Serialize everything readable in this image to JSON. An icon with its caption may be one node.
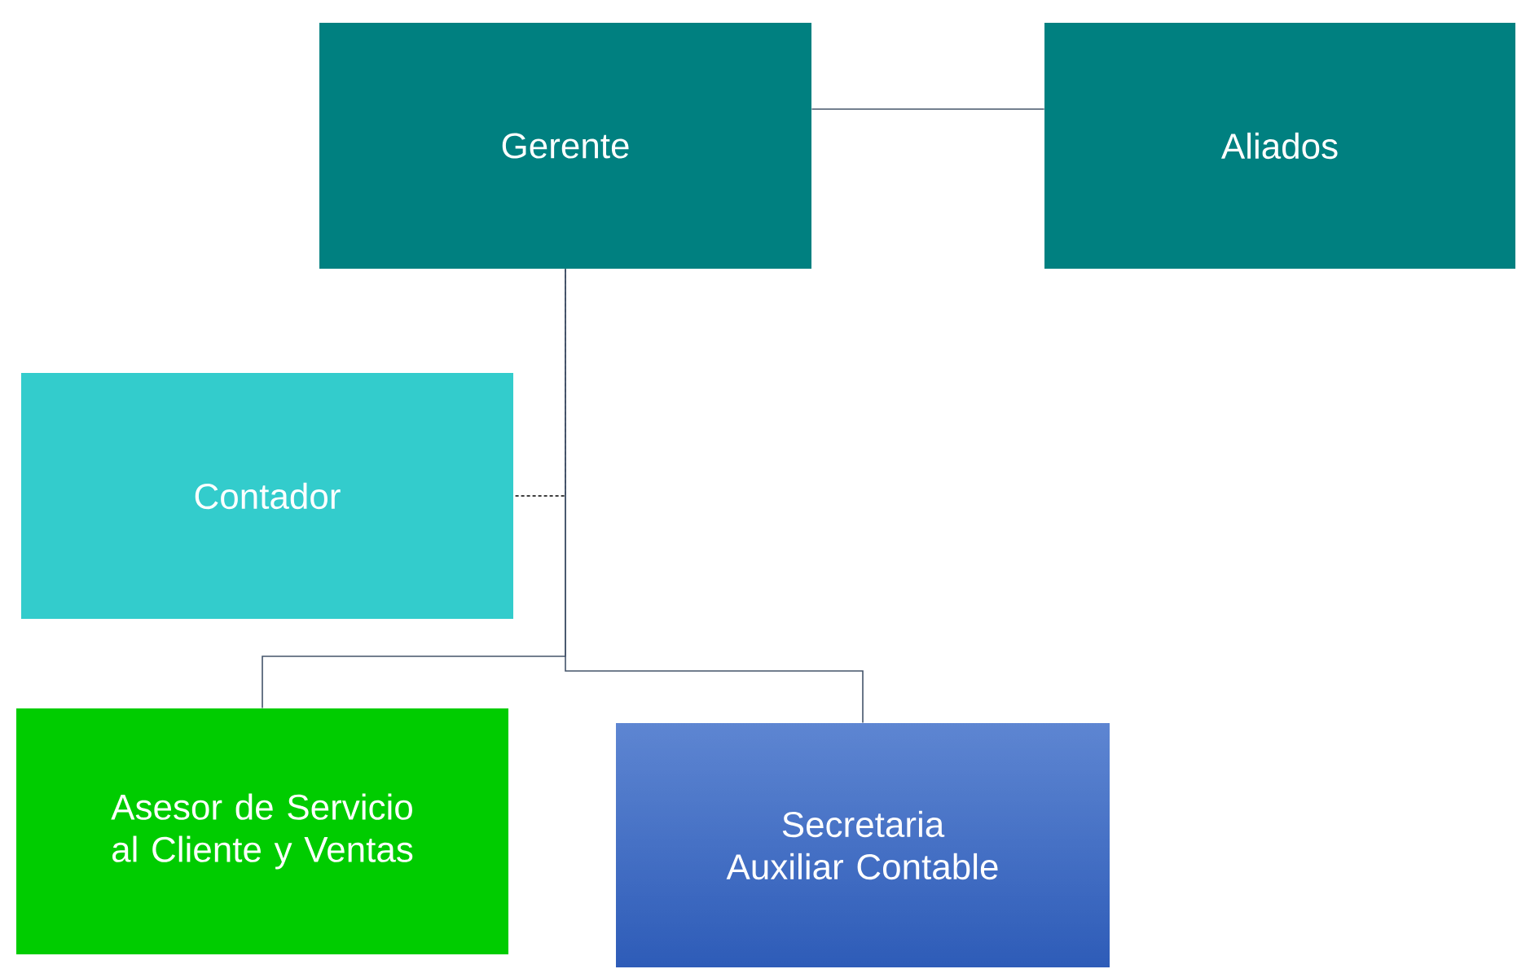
{
  "diagram": {
    "nodes": [
      {
        "text": [
          "Gerente"
        ]
      },
      {
        "text": [
          "Aliados"
        ]
      },
      {
        "text": [
          "Contador"
        ]
      },
      {
        "text": [
          "Asesor de Servicio al Cliente y Ventas"
        ]
      },
      {
        "text": [
          "Secretaria Auxiliar Contable"
        ]
      }
    ],
    "edges": [
      {
        "from": 0,
        "to": 1,
        "arrow": "none"
      },
      {
        "from": 0,
        "to": 2,
        "arrow": "none",
        "style": "dashed",
        "color": "#000000"
      },
      {
        "from": 0,
        "to": 3,
        "arrow": "none"
      },
      {
        "from": 0,
        "to": 4,
        "arrow": "none"
      }
    ]
  }
}
